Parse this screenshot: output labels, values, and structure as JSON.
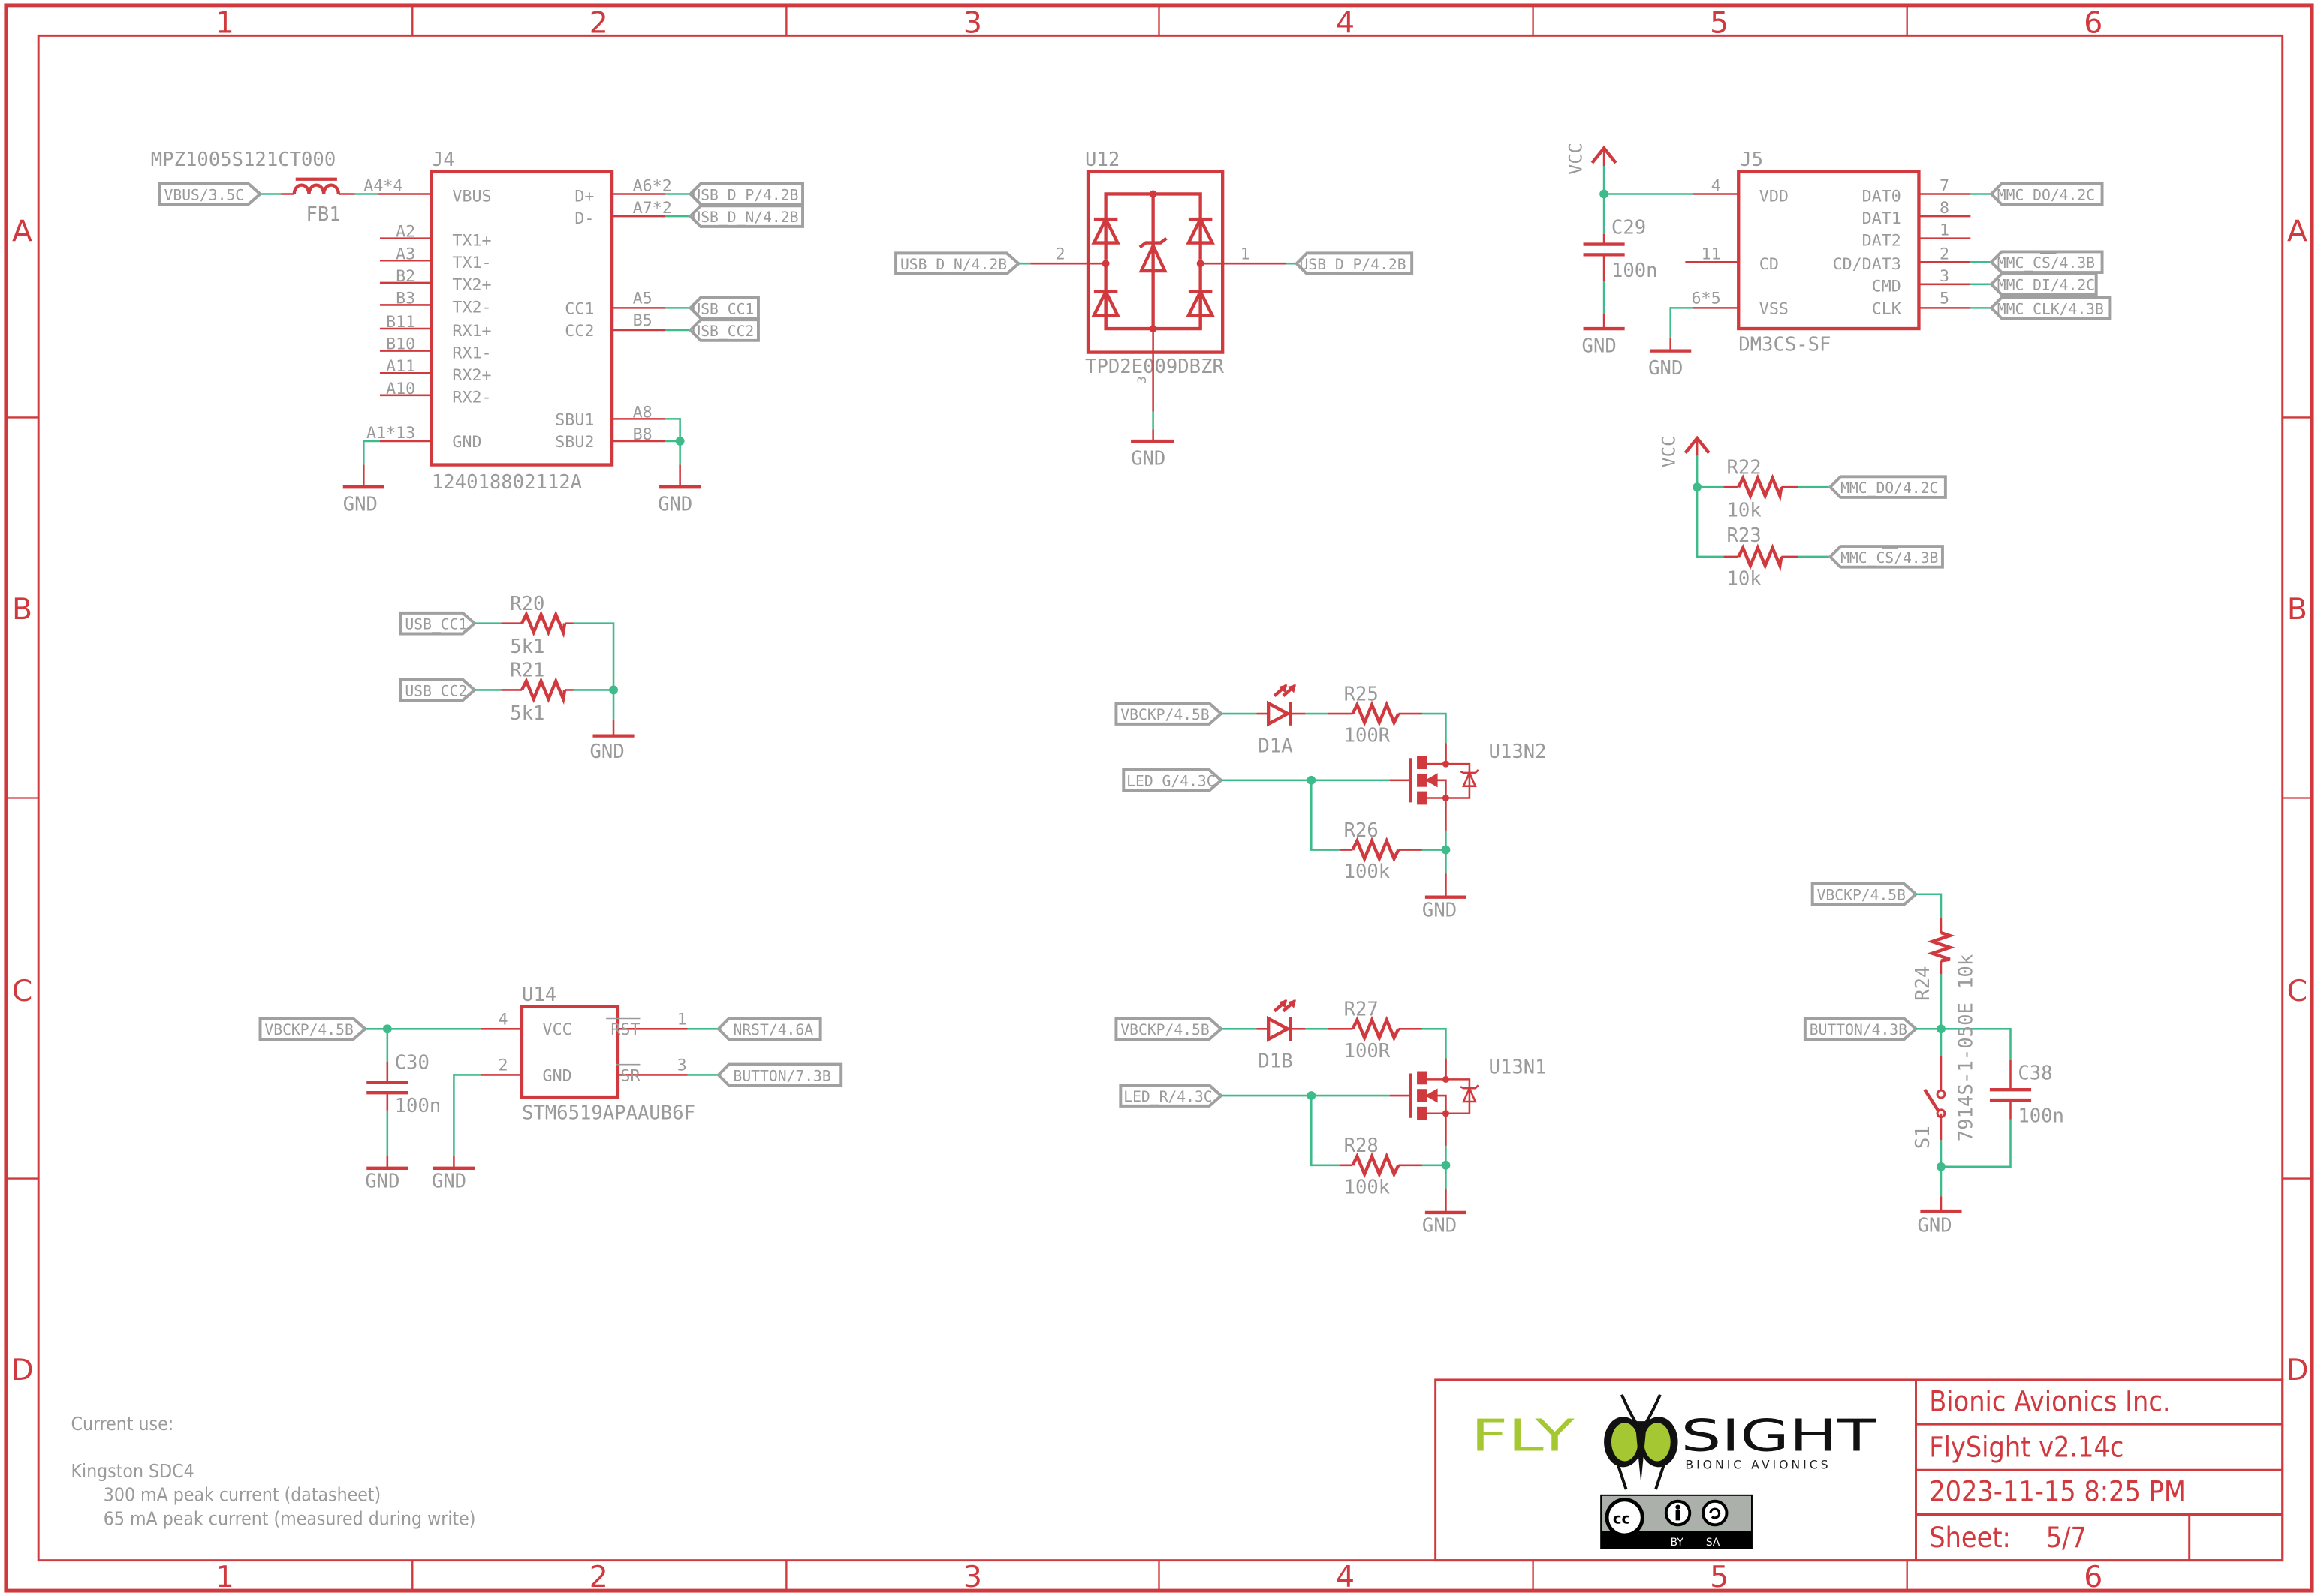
{
  "frame": {
    "columns": [
      "1",
      "2",
      "3",
      "4",
      "5",
      "6"
    ],
    "rows": [
      "A",
      "B",
      "C",
      "D"
    ]
  },
  "colors": {
    "symbol": "#d0393d",
    "wire": "#3dbb8a",
    "text": "#9a9a9a",
    "label_border": "#a0a0a0",
    "logo_green": "#a5c832"
  },
  "components": {
    "fb1": {
      "ref": "FB1",
      "value": "MPZ1005S121CT000",
      "pin_label": "A4*4"
    },
    "j4": {
      "ref": "J4",
      "value": "124018802112A",
      "left_pins": [
        {
          "num": "",
          "name": "VBUS"
        },
        {
          "num": "A2",
          "name": "TX1+"
        },
        {
          "num": "A3",
          "name": "TX1-"
        },
        {
          "num": "B2",
          "name": "TX2+"
        },
        {
          "num": "B3",
          "name": "TX2-"
        },
        {
          "num": "B11",
          "name": "RX1+"
        },
        {
          "num": "B10",
          "name": "RX1-"
        },
        {
          "num": "A11",
          "name": "RX2+"
        },
        {
          "num": "A10",
          "name": "RX2-"
        },
        {
          "num": "A1*13",
          "name": "GND"
        }
      ],
      "right_pins": [
        {
          "num": "A6*2",
          "name": "D+"
        },
        {
          "num": "A7*2",
          "name": "D-"
        },
        {
          "num": "A5",
          "name": "CC1"
        },
        {
          "num": "B5",
          "name": "CC2"
        },
        {
          "num": "A8",
          "name": "SBU1"
        },
        {
          "num": "B8",
          "name": "SBU2"
        }
      ]
    },
    "u12": {
      "ref": "U12",
      "value": "TPD2E009DBZR",
      "pin_left": "2",
      "pin_right": "1",
      "pin_bottom": "3"
    },
    "j5": {
      "ref": "J5",
      "value": "DM3CS-SF",
      "left_pins": [
        {
          "num": "4",
          "name": "VDD"
        },
        {
          "num": "11",
          "name": "CD"
        },
        {
          "num": "6*5",
          "name": "VSS"
        }
      ],
      "right_pins": [
        {
          "num": "7",
          "name": "DAT0"
        },
        {
          "num": "8",
          "name": "DAT1"
        },
        {
          "num": "1",
          "name": "DAT2"
        },
        {
          "num": "2",
          "name": "CD/DAT3"
        },
        {
          "num": "3",
          "name": "CMD"
        },
        {
          "num": "5",
          "name": "CLK"
        }
      ]
    },
    "c29": {
      "ref": "C29",
      "value": "100n"
    },
    "r20": {
      "ref": "R20",
      "value": "5k1"
    },
    "r21": {
      "ref": "R21",
      "value": "5k1"
    },
    "r22": {
      "ref": "R22",
      "value": "10k"
    },
    "r23": {
      "ref": "R23",
      "value": "10k"
    },
    "r24": {
      "ref": "R24",
      "value": "10k"
    },
    "r25": {
      "ref": "R25",
      "value": "100R"
    },
    "r26": {
      "ref": "R26",
      "value": "100k"
    },
    "r27": {
      "ref": "R27",
      "value": "100R"
    },
    "r28": {
      "ref": "R28",
      "value": "100k"
    },
    "d1a": {
      "ref": "D1A"
    },
    "d1b": {
      "ref": "D1B"
    },
    "u13n2": {
      "ref": "U13N2"
    },
    "u13n1": {
      "ref": "U13N1"
    },
    "u14": {
      "ref": "U14",
      "value": "STM6519APAAUB6F",
      "pins": [
        {
          "num": "4",
          "name": "VCC"
        },
        {
          "num": "2",
          "name": "GND"
        },
        {
          "num": "1",
          "name": "RST"
        },
        {
          "num": "3",
          "name": "SR"
        }
      ]
    },
    "c30": {
      "ref": "C30",
      "value": "100n"
    },
    "c38": {
      "ref": "C38",
      "value": "100n"
    },
    "s1": {
      "ref": "S1",
      "value": "7914S-1-050E"
    }
  },
  "net_labels": {
    "vbus": "VBUS/3.5C",
    "usb_d_p": "USB_D_P/4.2B",
    "usb_d_n": "USB_D_N/4.2B",
    "usb_cc1": "USB_CC1",
    "usb_cc2": "USB_CC2",
    "mmc_do": "MMC_DO/4.2C",
    "mmc_cs": "MMC_CS/4.3B",
    "mmc_di": "MMC_DI/4.2C",
    "mmc_clk": "MMC_CLK/4.3B",
    "vbckp": "VBCKP/4.5B",
    "led_g": "LED_G/4.3C",
    "led_r": "LED_R/4.3C",
    "nrst": "NRST/4.6A",
    "button_73": "BUTTON/7.3B",
    "button_43": "BUTTON/4.3B"
  },
  "power": {
    "gnd": "GND",
    "vcc": "VCC"
  },
  "notes": {
    "line1": "Current use:",
    "line2": "Kingston SDC4",
    "line3": "300 mA peak current (datasheet)",
    "line4": "65 mA peak current (measured during write)"
  },
  "title_block": {
    "company": "Bionic Avionics Inc.",
    "project": "FlySight v2.14c",
    "date": "2023-11-15 8:25 PM",
    "sheet_label": "Sheet:",
    "sheet": "5/7",
    "logo_fly": "FLY",
    "logo_sight": "SIGHT",
    "logo_tagline": "BIONIC AVIONICS",
    "license_by": "BY",
    "license_sa": "SA"
  }
}
